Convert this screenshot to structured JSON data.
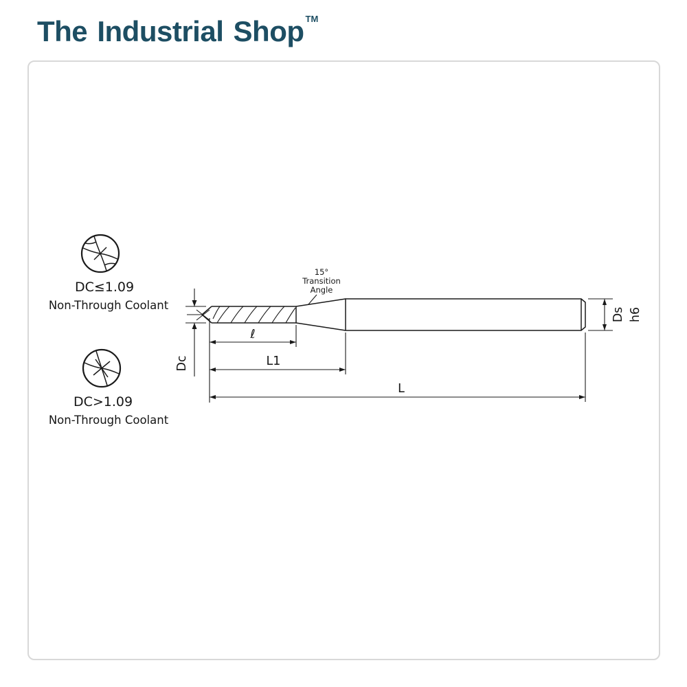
{
  "page": {
    "background": "#ffffff",
    "frame_border_color": "#d8d8d8"
  },
  "brand": {
    "name": "The Industrial Shop",
    "trademark": "TM",
    "color": "#1d4e63"
  },
  "sections": {
    "coolant_top": {
      "dc_label": "DC≤1.09",
      "coolant_label": "Non-Through Coolant"
    },
    "coolant_bottom": {
      "dc_label": "DC>1.09",
      "coolant_label": "Non-Through Coolant"
    }
  },
  "diagram": {
    "line_color": "#1a1a1a",
    "transition": {
      "line1": "15°",
      "line2": "Transition",
      "line3": "Angle"
    },
    "dimensions": {
      "dc": "Dc",
      "flute_length": "ℓ",
      "l1": "L1",
      "l": "L",
      "ds": "Ds",
      "h6": "h6"
    }
  }
}
